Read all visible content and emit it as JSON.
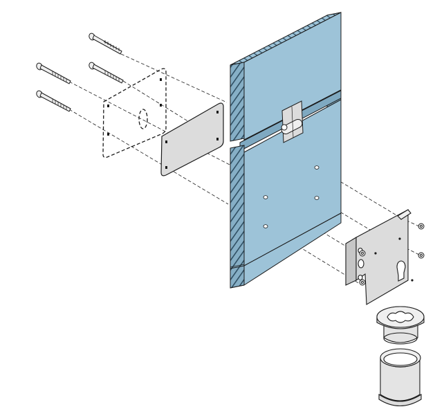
{
  "diagram": {
    "kind": "exploded-assembly",
    "text_labels": [],
    "colors": {
      "background": "#ffffff",
      "panel_face": "#9dc3d8",
      "panel_side": "#7fa9c1",
      "panel_top": "#b6d4e4",
      "insulation_hatch": "#2f4f63",
      "plate_metal": "#dcdcdc",
      "bracket_metal": "#d8d8d8",
      "hardware_metal": "#efefef",
      "line": "#1a1a1a"
    },
    "parts": [
      {
        "id": "bolt",
        "count": 4,
        "icon": "long-bolt-icon"
      },
      {
        "id": "template-outline",
        "count": 1,
        "icon": "dashed-template-icon"
      },
      {
        "id": "mounting-plate",
        "count": 1,
        "icon": "plate-icon"
      },
      {
        "id": "insulated-panel",
        "count": 1,
        "icon": "panel-icon"
      },
      {
        "id": "hinge",
        "count": 1,
        "icon": "hinge-icon"
      },
      {
        "id": "angle-bracket",
        "count": 1,
        "icon": "bracket-icon"
      },
      {
        "id": "nut",
        "count": 4,
        "icon": "nut-icon"
      },
      {
        "id": "lock-cylinder-cap",
        "count": 1,
        "icon": "keyhole-cap-icon"
      },
      {
        "id": "sleeve",
        "count": 1,
        "icon": "sleeve-icon"
      }
    ]
  }
}
